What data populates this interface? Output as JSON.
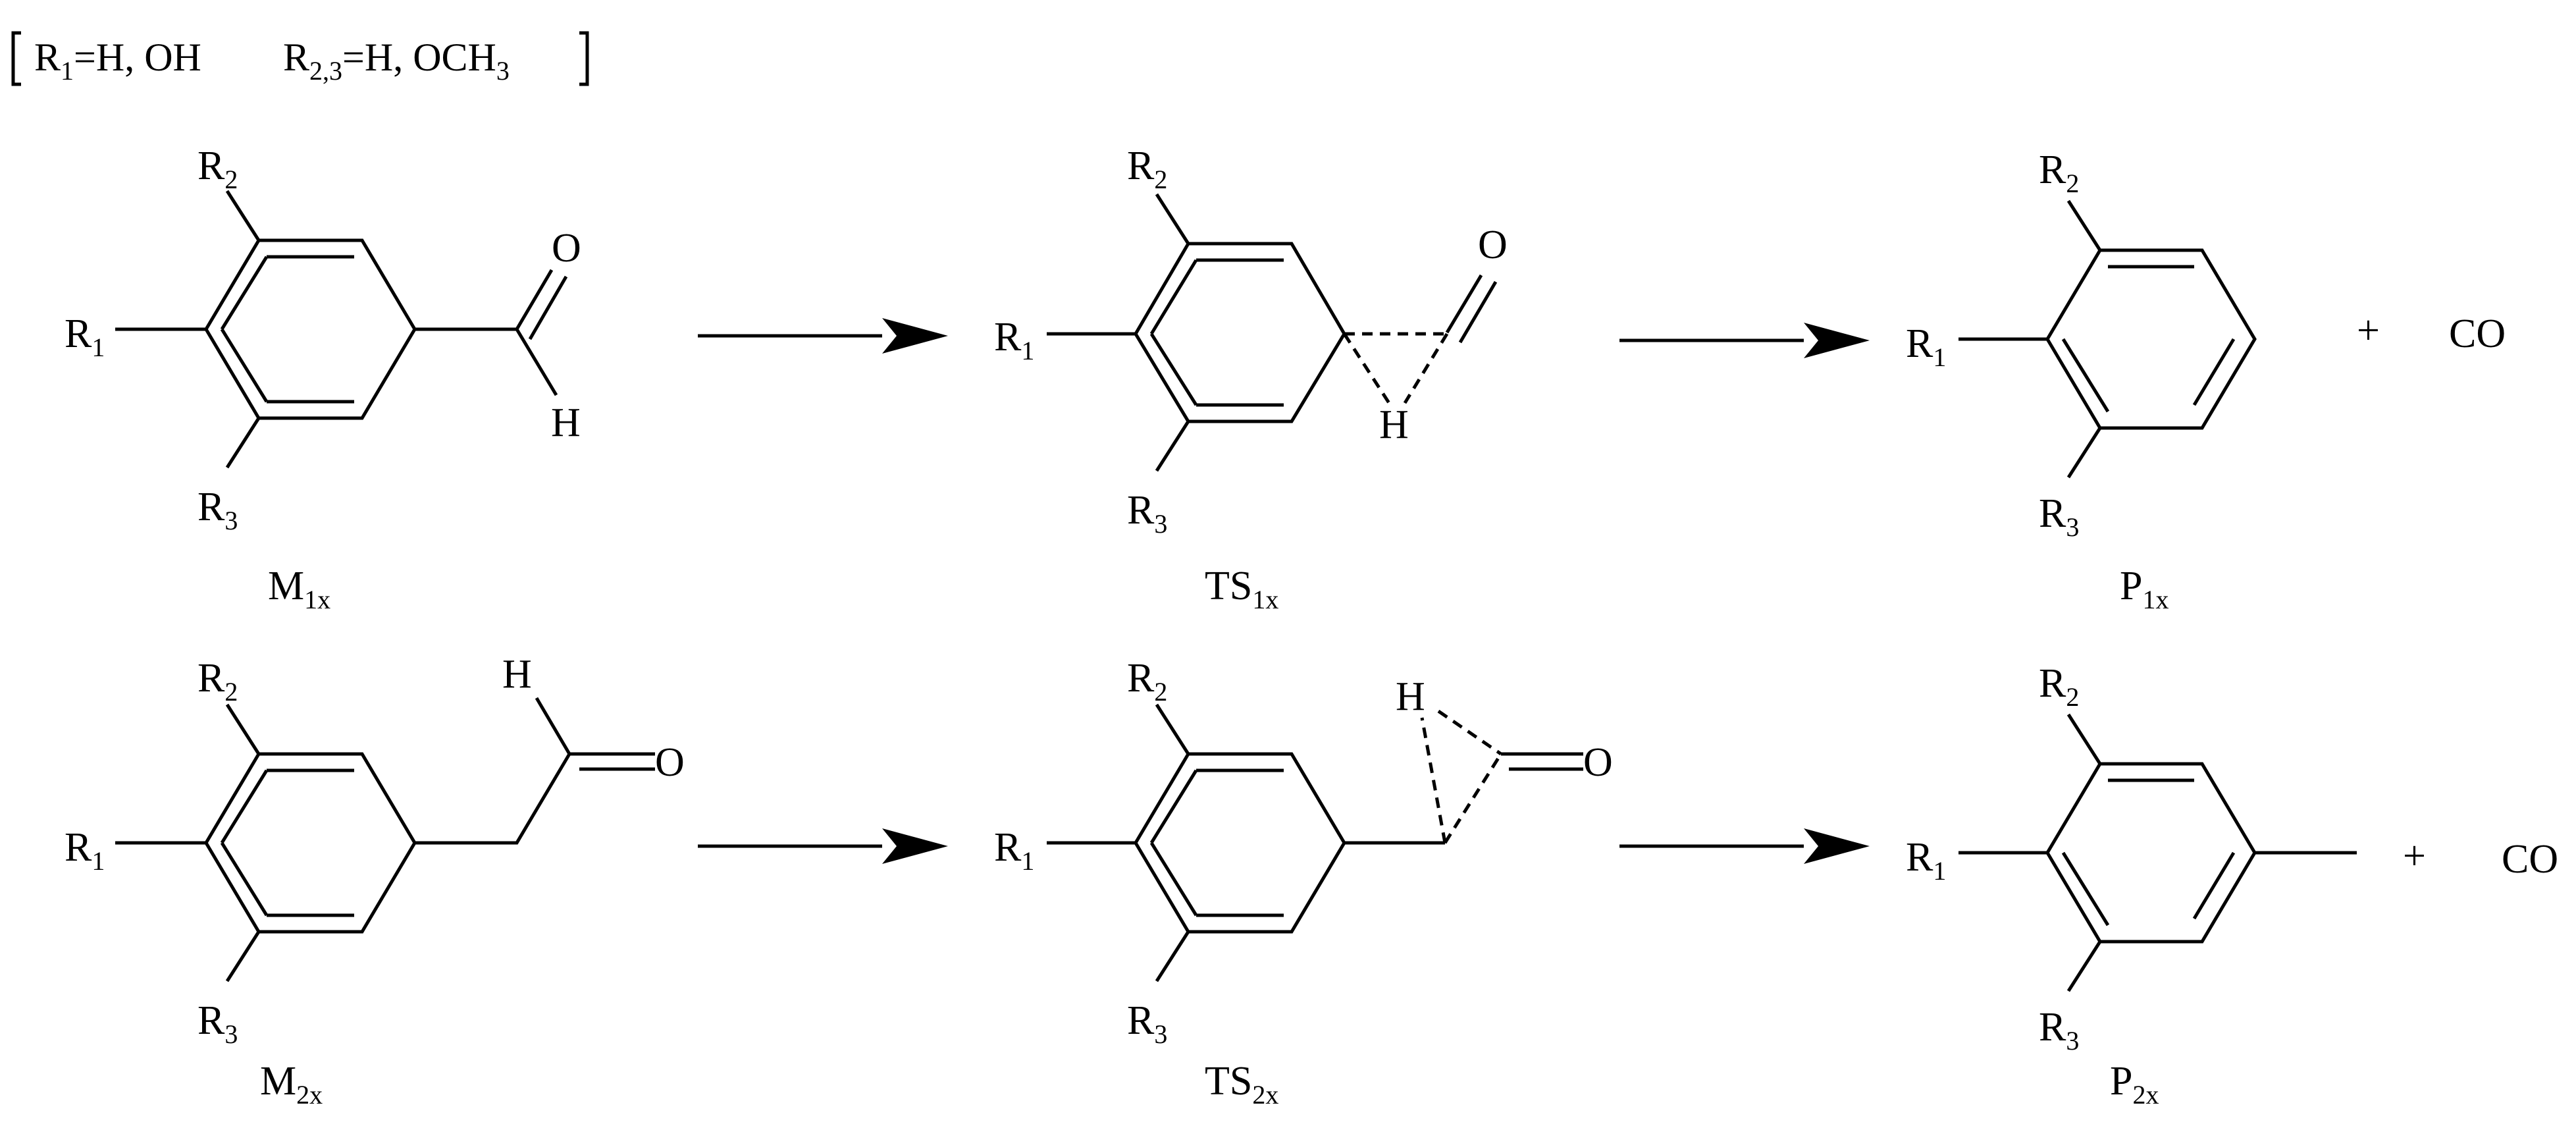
{
  "header": {
    "bracket_left": "[",
    "r1": {
      "base": "R",
      "sub": "1",
      "rest": "=H, OH"
    },
    "r23": {
      "base": "R",
      "sub": "2,3",
      "rest": "=H, OCH",
      "tail_sub": "3"
    },
    "bracket_right": "]"
  },
  "atoms": {
    "R1": {
      "base": "R",
      "sub": "1"
    },
    "R2": {
      "base": "R",
      "sub": "2"
    },
    "R3": {
      "base": "R",
      "sub": "3"
    },
    "O": "O",
    "H": "H"
  },
  "compounds": {
    "M1x": {
      "base": "M",
      "sub": "1x"
    },
    "TS1x": {
      "base": "TS",
      "sub": "1x"
    },
    "P1x": {
      "base": "P",
      "sub": "1x"
    },
    "M2x": {
      "base": "M",
      "sub": "2x"
    },
    "TS2x": {
      "base": "TS",
      "sub": "2x"
    },
    "P2x": {
      "base": "P",
      "sub": "2x"
    }
  },
  "byproduct": {
    "plus": "+",
    "co": "CO"
  },
  "colors": {
    "ink": "#000000",
    "background": "#ffffff"
  }
}
